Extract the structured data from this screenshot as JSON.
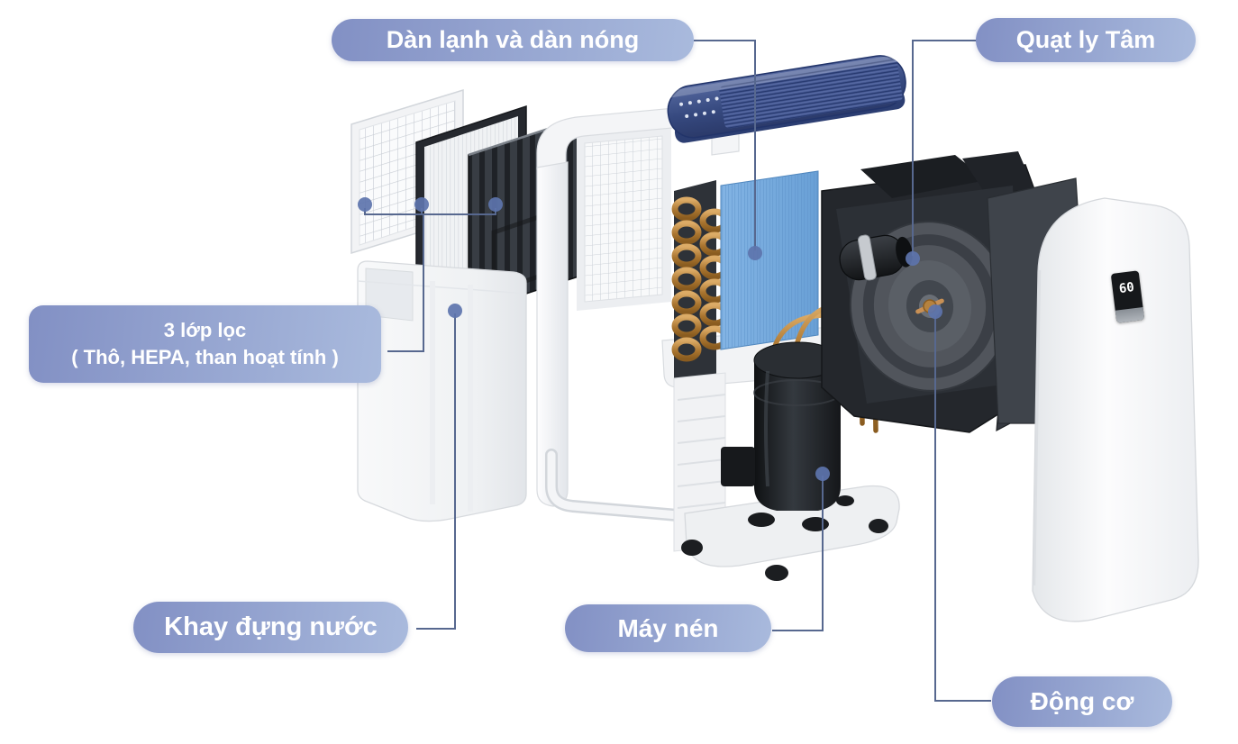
{
  "diagram": {
    "labels": {
      "coils": "Dàn lạnh và dàn nóng",
      "fan": "Quạt ly Tâm",
      "filters_line1": "3 lớp lọc",
      "filters_line2": "( Thô, HEPA, than hoạt tính )",
      "tray": "Khay đựng nước",
      "compressor": "Máy nén",
      "motor": "Động cơ"
    },
    "display": {
      "value": "60"
    },
    "colors": {
      "label_gradient_start": "#8290c4",
      "label_gradient_end": "#a9badd",
      "connector": "#57688f",
      "dot": "#5d74ad",
      "top_cover_navy": "#3d5186",
      "coil_blue": "#77a9dc",
      "copper": "#c08a3e"
    }
  }
}
